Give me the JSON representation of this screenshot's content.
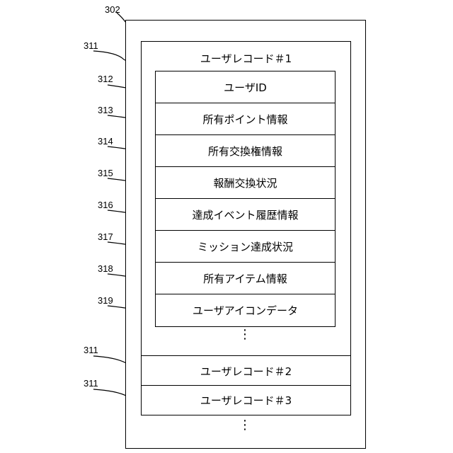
{
  "refs": {
    "outer": "302",
    "record": "311",
    "user_id": "312",
    "points": "313",
    "exchange_rights": "314",
    "reward_status": "315",
    "event_history": "316",
    "mission_status": "317",
    "items": "318",
    "icon": "319",
    "record2": "311",
    "record3": "311"
  },
  "records": {
    "r1": "ユーザレコード＃1",
    "r2": "ユーザレコード＃2",
    "r3": "ユーザレコード＃3"
  },
  "fields": [
    "ユーザID",
    "所有ポイント情報",
    "所有交換権情報",
    "報酬交換状況",
    "達成イベント履歴情報",
    "ミッション達成状況",
    "所有アイテム情報",
    "ユーザアイコンデータ"
  ],
  "ellipsis": "⋮"
}
